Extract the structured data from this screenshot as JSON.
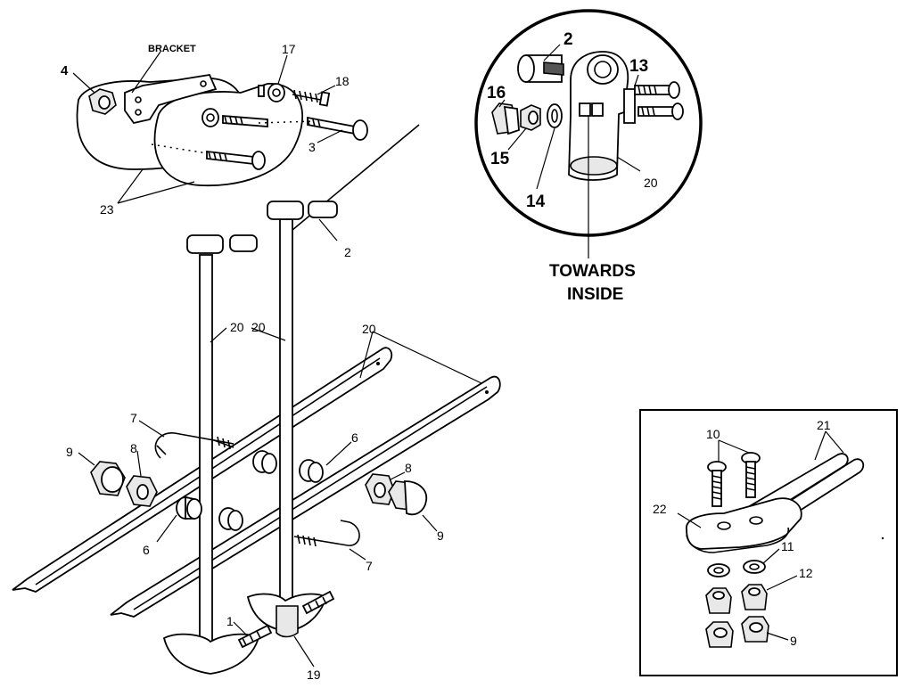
{
  "detail_top_left": {
    "bracket_label": "BRACKET",
    "labels": [
      "4",
      "17",
      "18",
      "3",
      "23"
    ]
  },
  "detail_circle": {
    "labels": [
      "2",
      "13",
      "16",
      "15",
      "14",
      "20"
    ],
    "note_line1": "TOWARDS",
    "note_line2": "INSIDE"
  },
  "main_assembly": {
    "labels": [
      "2",
      "20",
      "20",
      "20",
      "7",
      "9",
      "8",
      "6",
      "6",
      "8",
      "9",
      "7",
      "1",
      "19"
    ]
  },
  "detail_box": {
    "labels": [
      "10",
      "21",
      "22",
      "11",
      "12",
      "9"
    ]
  }
}
